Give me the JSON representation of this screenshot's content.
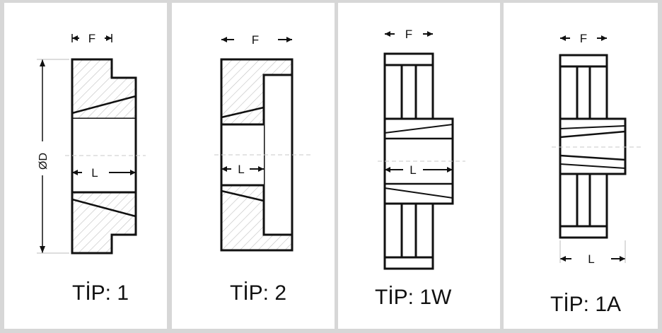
{
  "panels": [
    {
      "caption": "TİP: 1",
      "width_label": "F",
      "length_label": "L",
      "diameter_label": "ØD"
    },
    {
      "caption": "TİP: 2",
      "width_label": "F",
      "length_label": "L"
    },
    {
      "caption": "TİP: 1W",
      "width_label": "F",
      "length_label": "L"
    },
    {
      "caption": "TİP: 1A",
      "width_label": "F",
      "length_label": "L"
    }
  ],
  "colors": {
    "line": "#111111",
    "hatch": "#c9c9c9",
    "panel": "#ffffff",
    "border": "#d7d7d7"
  }
}
